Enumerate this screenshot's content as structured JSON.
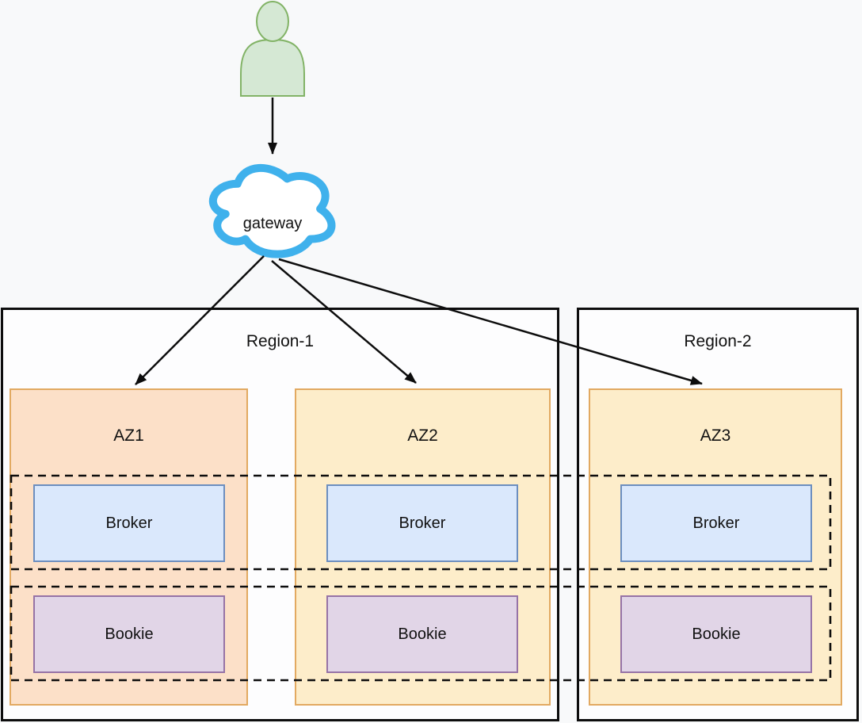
{
  "gateway": {
    "label": "gateway"
  },
  "regions": [
    {
      "label": "Region-1",
      "azs": [
        {
          "label": "AZ1",
          "broker_label": "Broker",
          "bookie_label": "Bookie"
        },
        {
          "label": "AZ2",
          "broker_label": "Broker",
          "bookie_label": "Bookie"
        }
      ]
    },
    {
      "label": "Region-2",
      "azs": [
        {
          "label": "AZ3",
          "broker_label": "Broker",
          "bookie_label": "Bookie"
        }
      ]
    }
  ],
  "icons": {
    "user": "user-icon",
    "gateway_cloud": "cloud-icon"
  },
  "colors": {
    "background": "#f8f9fa",
    "region_border": "#0d0d0d",
    "az1_fill": "#fce0c8",
    "az_fill": "#fdedca",
    "az_stroke": "#e2a961",
    "broker_fill": "#dae8fc",
    "broker_stroke": "#6c8ebf",
    "bookie_fill": "#e1d5e7",
    "bookie_stroke": "#9673a6",
    "cloud_stroke": "#3fb1ec",
    "person_fill": "#d5e8d4",
    "person_stroke": "#82b366",
    "arrow": "#0d0d0d"
  }
}
